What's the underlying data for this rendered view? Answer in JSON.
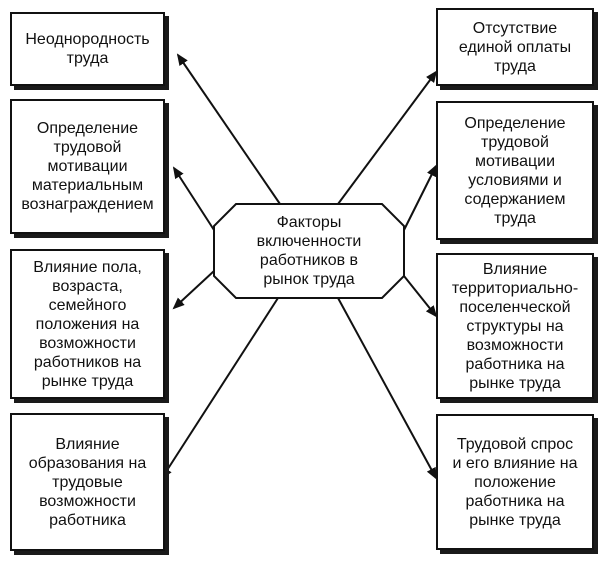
{
  "center": {
    "label": "Факторы\nвключенности\nработников в\nрынок труда"
  },
  "left_boxes": [
    {
      "label": "Неоднородность\nтруда"
    },
    {
      "label": "Определение\nтрудовой\nмотивации\nматериальным\nвознаграждением"
    },
    {
      "label": "Влияние пола,\nвозраста,\nсемейного\nположения на\nвозможности\nработников на\nрынке труда"
    },
    {
      "label": "Влияние\nобразования на\nтрудовые\nвозможности\nработника"
    }
  ],
  "right_boxes": [
    {
      "label": "Отсутствие\nединой оплаты\nтруда"
    },
    {
      "label": "Определение\nтрудовой\nмотивации\nусловиями и\nсодержанием\nтруда"
    },
    {
      "label": "Влияние\nтерриториально-\nпоселенческой\nструктуры на\nвозможности\nработника на\nрынке труда"
    },
    {
      "label": "Трудовой спрос\nи его влияние на\nположение\nработника на\nрынке труда"
    }
  ]
}
